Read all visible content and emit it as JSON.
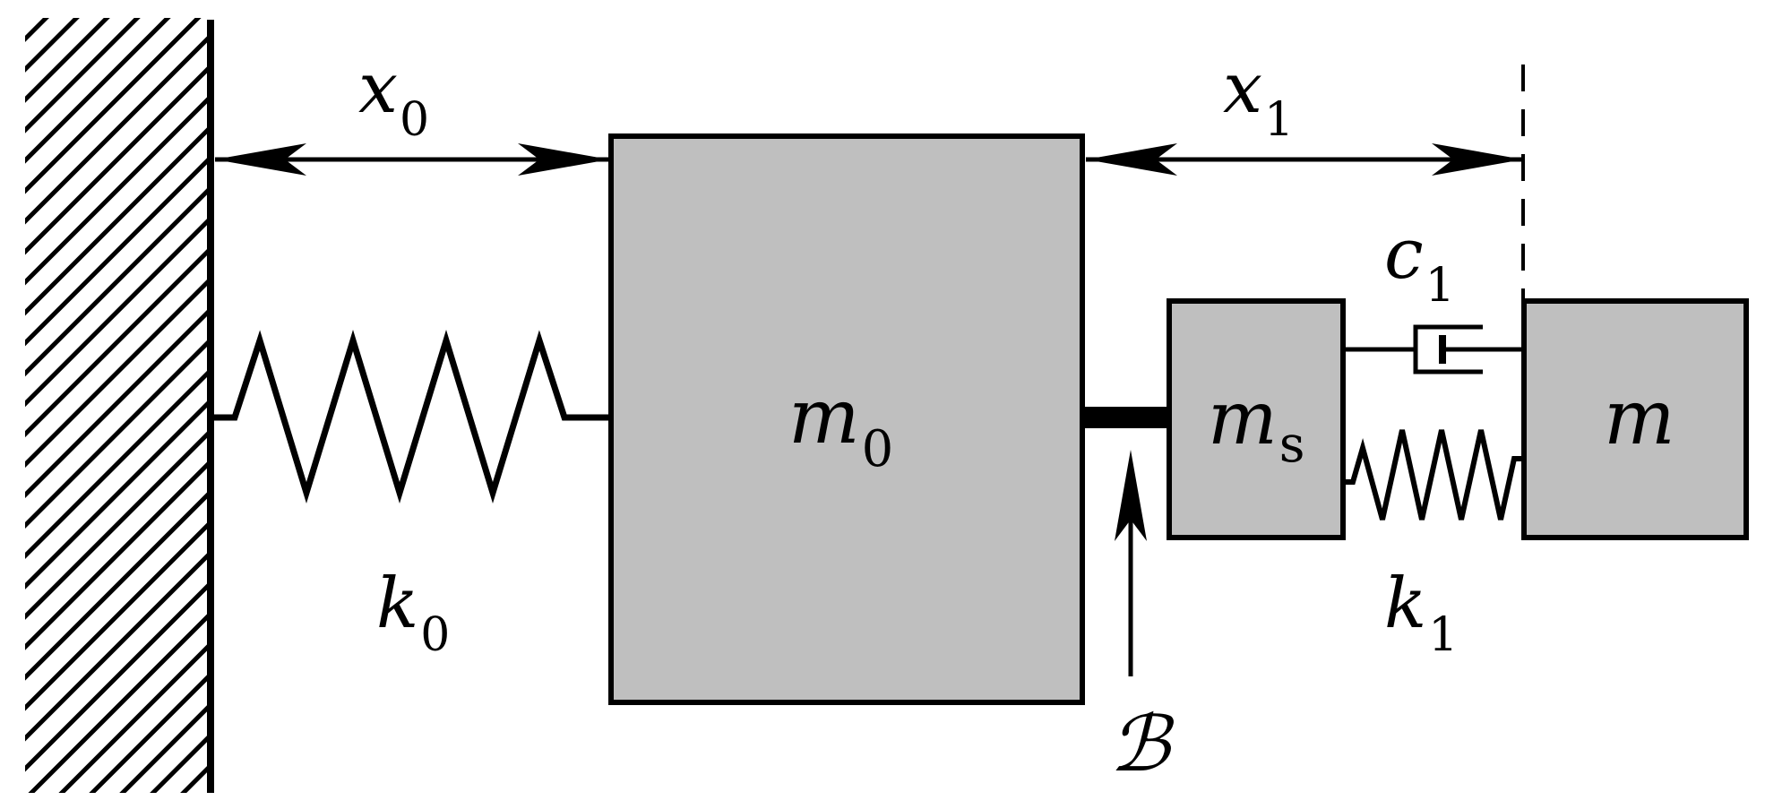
{
  "labels": {
    "x0": {
      "main": "x",
      "sub": "0"
    },
    "x1": {
      "main": "x",
      "sub": "1"
    },
    "m0": {
      "main": "m",
      "sub": "0"
    },
    "ms": {
      "main": "m",
      "sub": "s"
    },
    "m": {
      "main": "m"
    },
    "k0": {
      "main": "k",
      "sub": "0"
    },
    "k1": {
      "main": "k",
      "sub": "1"
    },
    "c1": {
      "main": "c",
      "sub": "1"
    },
    "beta": {
      "main": "ℬ"
    }
  },
  "colors": {
    "mass_fill": "#bfbfbf",
    "stroke": "#000000",
    "background": "#ffffff"
  }
}
